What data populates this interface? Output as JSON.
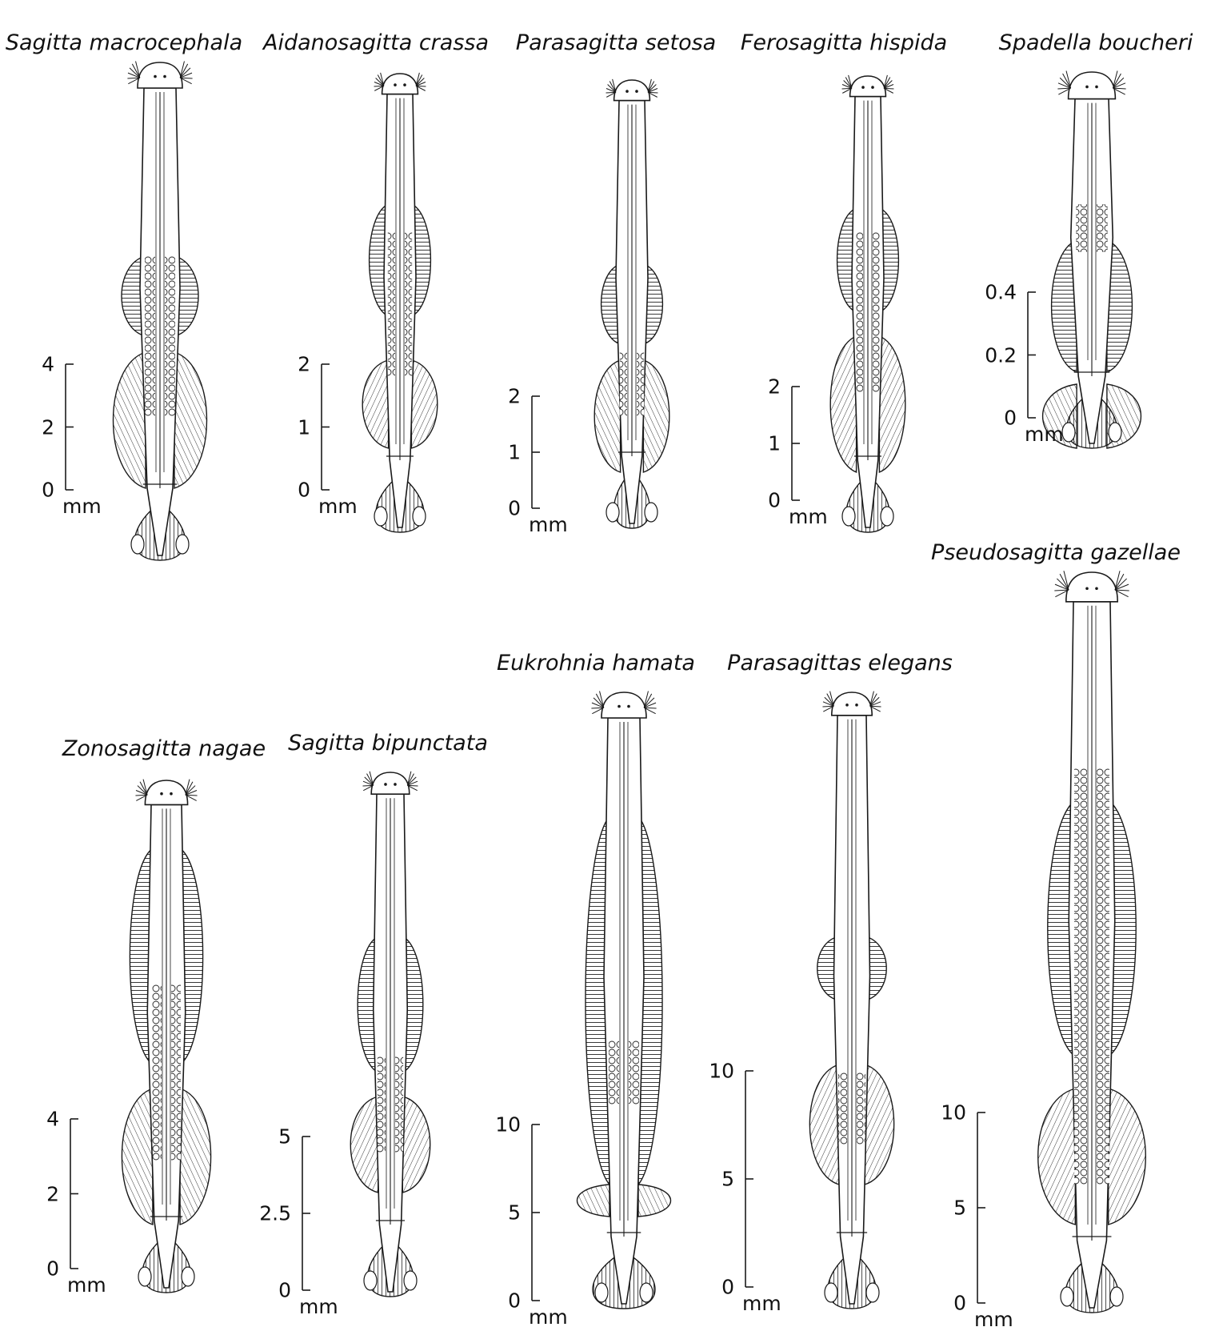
{
  "figure": {
    "stroke_color": "#1a1a1a",
    "background": "#ffffff",
    "specimens": [
      {
        "name": "Sagitta macrocephala",
        "scale_ticks": [
          "4",
          "2",
          "0"
        ],
        "unit": "mm"
      },
      {
        "name": "Aidanosagitta crassa",
        "scale_ticks": [
          "2",
          "1",
          "0"
        ],
        "unit": "mm"
      },
      {
        "name": "Parasagitta setosa",
        "scale_ticks": [
          "2",
          "1",
          "0"
        ],
        "unit": "mm"
      },
      {
        "name": "Ferosagitta hispida",
        "scale_ticks": [
          "2",
          "1",
          "0"
        ],
        "unit": "mm"
      },
      {
        "name": "Spadella boucheri",
        "scale_ticks": [
          "0.4",
          "0.2",
          "0"
        ],
        "unit": "mm"
      },
      {
        "name": "Pseudosagitta gazellae",
        "scale_ticks": [
          "10",
          "5",
          "0"
        ],
        "unit": "mm"
      },
      {
        "name": "Zonosagitta nagae",
        "scale_ticks": [
          "4",
          "2",
          "0"
        ],
        "unit": "mm"
      },
      {
        "name": "Sagitta bipunctata",
        "scale_ticks": [
          "5",
          "2.5",
          "0"
        ],
        "unit": "mm"
      },
      {
        "name": "Eukrohnia hamata",
        "scale_ticks": [
          "10",
          "5",
          "0"
        ],
        "unit": "mm"
      },
      {
        "name": "Parasagittas elegans",
        "scale_ticks": [
          "10",
          "5",
          "0"
        ],
        "unit": "mm"
      }
    ]
  }
}
